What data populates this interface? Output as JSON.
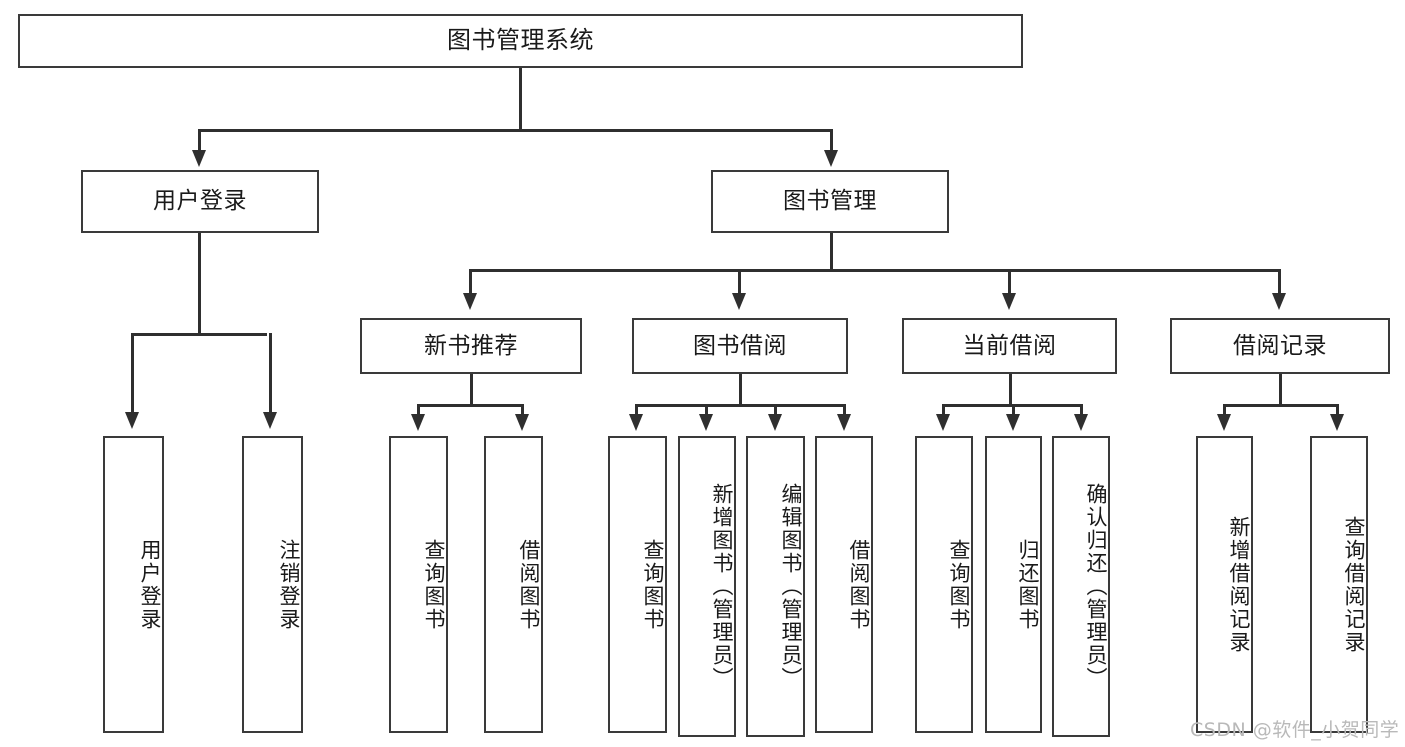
{
  "diagram": {
    "title": "图书管理系统",
    "watermark": "CSDN @软件_小贺同学",
    "colors": {
      "box_border": "#3a3a3a",
      "connector": "#2f2f2f",
      "text": "#1a1a1a",
      "background": "#ffffff",
      "watermark": "#b9b9b9"
    },
    "levels": {
      "root": {
        "label": "图书管理系统"
      },
      "level2": [
        {
          "label": "用户登录"
        },
        {
          "label": "图书管理"
        }
      ],
      "level3": [
        {
          "label": "新书推荐"
        },
        {
          "label": "图书借阅"
        },
        {
          "label": "当前借阅"
        },
        {
          "label": "借阅记录"
        }
      ],
      "leaves": [
        {
          "label": "用户登录",
          "parent": "用户登录"
        },
        {
          "label": "注销登录",
          "parent": "用户登录"
        },
        {
          "label": "查询图书",
          "parent": "新书推荐"
        },
        {
          "label": "借阅图书",
          "parent": "新书推荐"
        },
        {
          "label": "查询图书",
          "parent": "图书借阅"
        },
        {
          "label": "新增图书（管理员）",
          "parent": "图书借阅"
        },
        {
          "label": "编辑图书（管理员）",
          "parent": "图书借阅"
        },
        {
          "label": "借阅图书",
          "parent": "图书借阅"
        },
        {
          "label": "查询图书",
          "parent": "当前借阅"
        },
        {
          "label": "归还图书",
          "parent": "当前借阅"
        },
        {
          "label": "确认归还（管理员）",
          "parent": "当前借阅"
        },
        {
          "label": "新增借阅记录",
          "parent": "借阅记录"
        },
        {
          "label": "查询借阅记录",
          "parent": "借阅记录"
        }
      ]
    }
  }
}
